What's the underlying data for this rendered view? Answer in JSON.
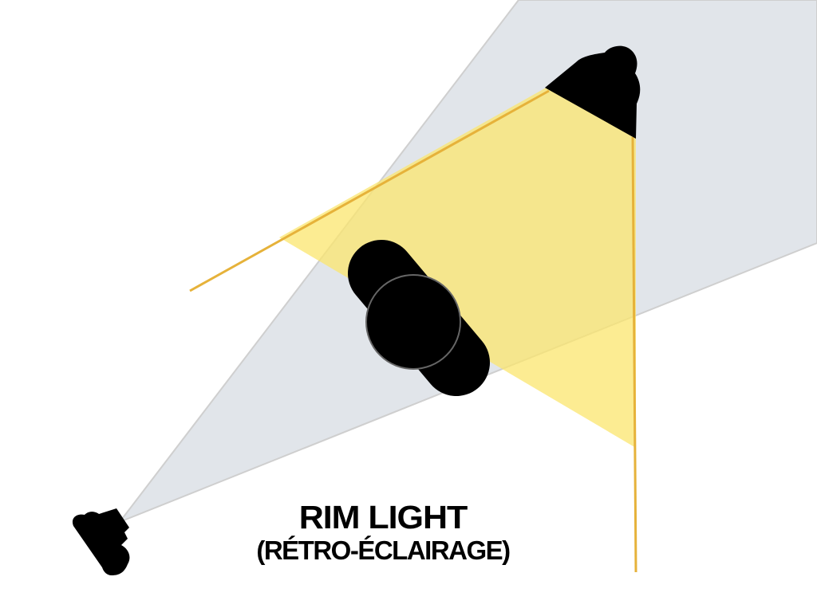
{
  "title": "RIM LIGHT",
  "subtitle": "(RÉTRO-ÉCLAIRAGE)",
  "colors": {
    "camera_cone": "#e1e5ea",
    "light_beam": "#f7e27a",
    "beam_edge": "#e6b23a",
    "objects": "#000000"
  },
  "icons": {
    "camera": "camera-icon",
    "light": "spotlight-icon",
    "subject": "subject-silhouette"
  }
}
